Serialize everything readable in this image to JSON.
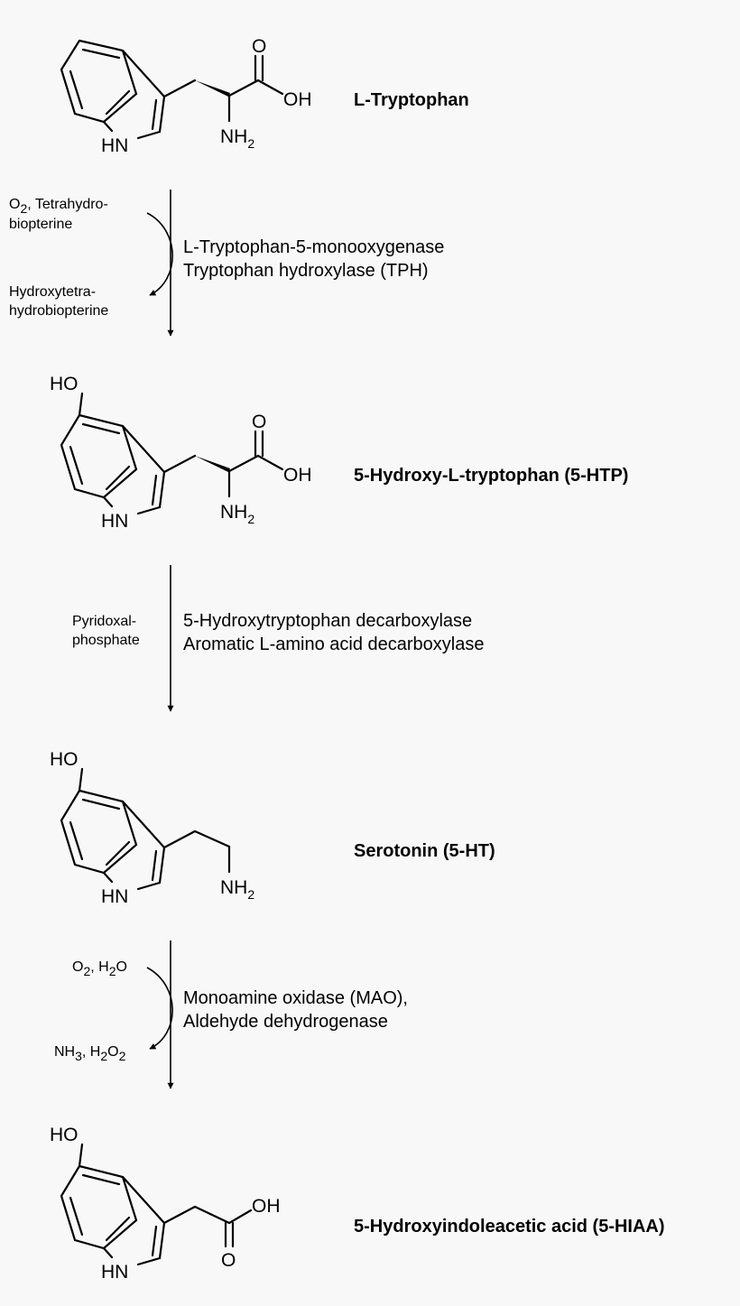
{
  "compounds": [
    {
      "name": "L-Tryptophan"
    },
    {
      "name": "5-Hydroxy-L-tryptophan (5-HTP)"
    },
    {
      "name": "Serotonin (5-HT)"
    },
    {
      "name": "5-Hydroxyindoleacetic acid (5-HIAA)"
    }
  ],
  "atoms": {
    "hn": "HN",
    "o": "O",
    "oh": "OH",
    "ho": "HO",
    "nh": "NH",
    "sub2": "2"
  },
  "steps": [
    {
      "enzyme_line1": "L-Tryptophan-5-monooxygenase",
      "enzyme_line2": "Tryptophan hydroxylase (TPH)",
      "cofactor_in_a": "O",
      "cofactor_in_a_sub": "2",
      "cofactor_in_b": ", Tetrahydro-",
      "cofactor_in_line2": "biopterine",
      "cofactor_out_line1": "Hydroxytetra-",
      "cofactor_out_line2": "hydrobiopterine"
    },
    {
      "enzyme_line1": "5-Hydroxytryptophan decarboxylase",
      "enzyme_line2": "Aromatic L-amino acid decarboxylase",
      "cofactor_line1": "Pyridoxal-",
      "cofactor_line2": "phosphate"
    },
    {
      "enzyme_line1": "Monoamine oxidase (MAO),",
      "enzyme_line2": "Aldehyde dehydrogenase",
      "in_o": "O",
      "in_sub2": "2",
      "in_h": ", H",
      "in_sub2b": "2",
      "in_o2": "O",
      "out_nh": "NH",
      "out_sub3": "3",
      "out_h": ", H",
      "out_sub2": "2",
      "out_o": "O",
      "out_sub2b": "2"
    }
  ]
}
